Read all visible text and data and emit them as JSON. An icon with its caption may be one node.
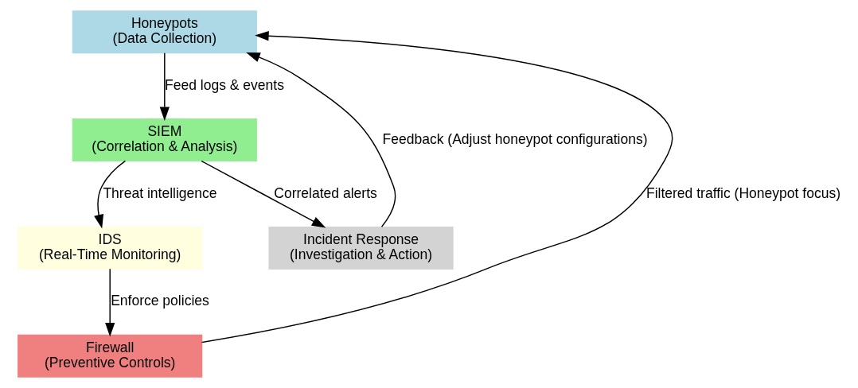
{
  "diagram": {
    "nodes": [
      {
        "text": [
          "Honeypots",
          "(Data Collection)"
        ]
      },
      {
        "text": [
          "SIEM",
          "(Correlation & Analysis)"
        ]
      },
      {
        "text": [
          "IDS",
          "(Real-Time Monitoring)"
        ]
      },
      {
        "text": [
          "Incident Response",
          "(Investigation & Action)"
        ]
      },
      {
        "text": [
          "Firewall",
          "(Preventive Controls)"
        ]
      }
    ],
    "edges": [
      {
        "from": 0,
        "to": 1,
        "arrow": "to",
        "label": "Feed logs & events"
      },
      {
        "from": 1,
        "to": 2,
        "arrow": "to",
        "label": "Threat intelligence"
      },
      {
        "from": 1,
        "to": 3,
        "arrow": "to",
        "label": "Correlated alerts"
      },
      {
        "from": 2,
        "to": 4,
        "arrow": "to",
        "label": "Enforce policies"
      },
      {
        "from": 4,
        "to": 0,
        "arrow": "to",
        "label": "Filtered traffic (Honeypot focus)"
      },
      {
        "from": 3,
        "to": 0,
        "arrow": "to",
        "label": "Feedback (Adjust honeypot configurations)"
      }
    ]
  }
}
